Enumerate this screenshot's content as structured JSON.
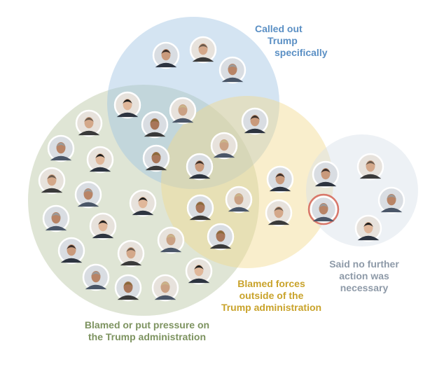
{
  "colors": {
    "called_out": "#9fc3e3",
    "blamed_admin": "#b7c6a1",
    "blamed_outside": "#f2d98f",
    "no_action": "#d8dfe8",
    "label_called_out": "#5a8fc4",
    "label_blamed_admin": "#7d9360",
    "label_blamed_outside": "#c9a32b",
    "label_no_action": "#8e9aa8",
    "highlight_ring": "#d9776a"
  },
  "labels": {
    "called_out": [
      "Called out",
      "Trump",
      "specifically"
    ],
    "blamed_admin": [
      "Blamed or put pressure on",
      "the Trump administration"
    ],
    "blamed_outside": [
      "Blamed forces",
      "outside of the",
      "Trump administration"
    ],
    "no_action": [
      "Said no further",
      "action was",
      "necessary"
    ]
  },
  "avatar_icon": "person-portrait-icon",
  "highlighted_avatar_icon": "trump-portrait-icon"
}
